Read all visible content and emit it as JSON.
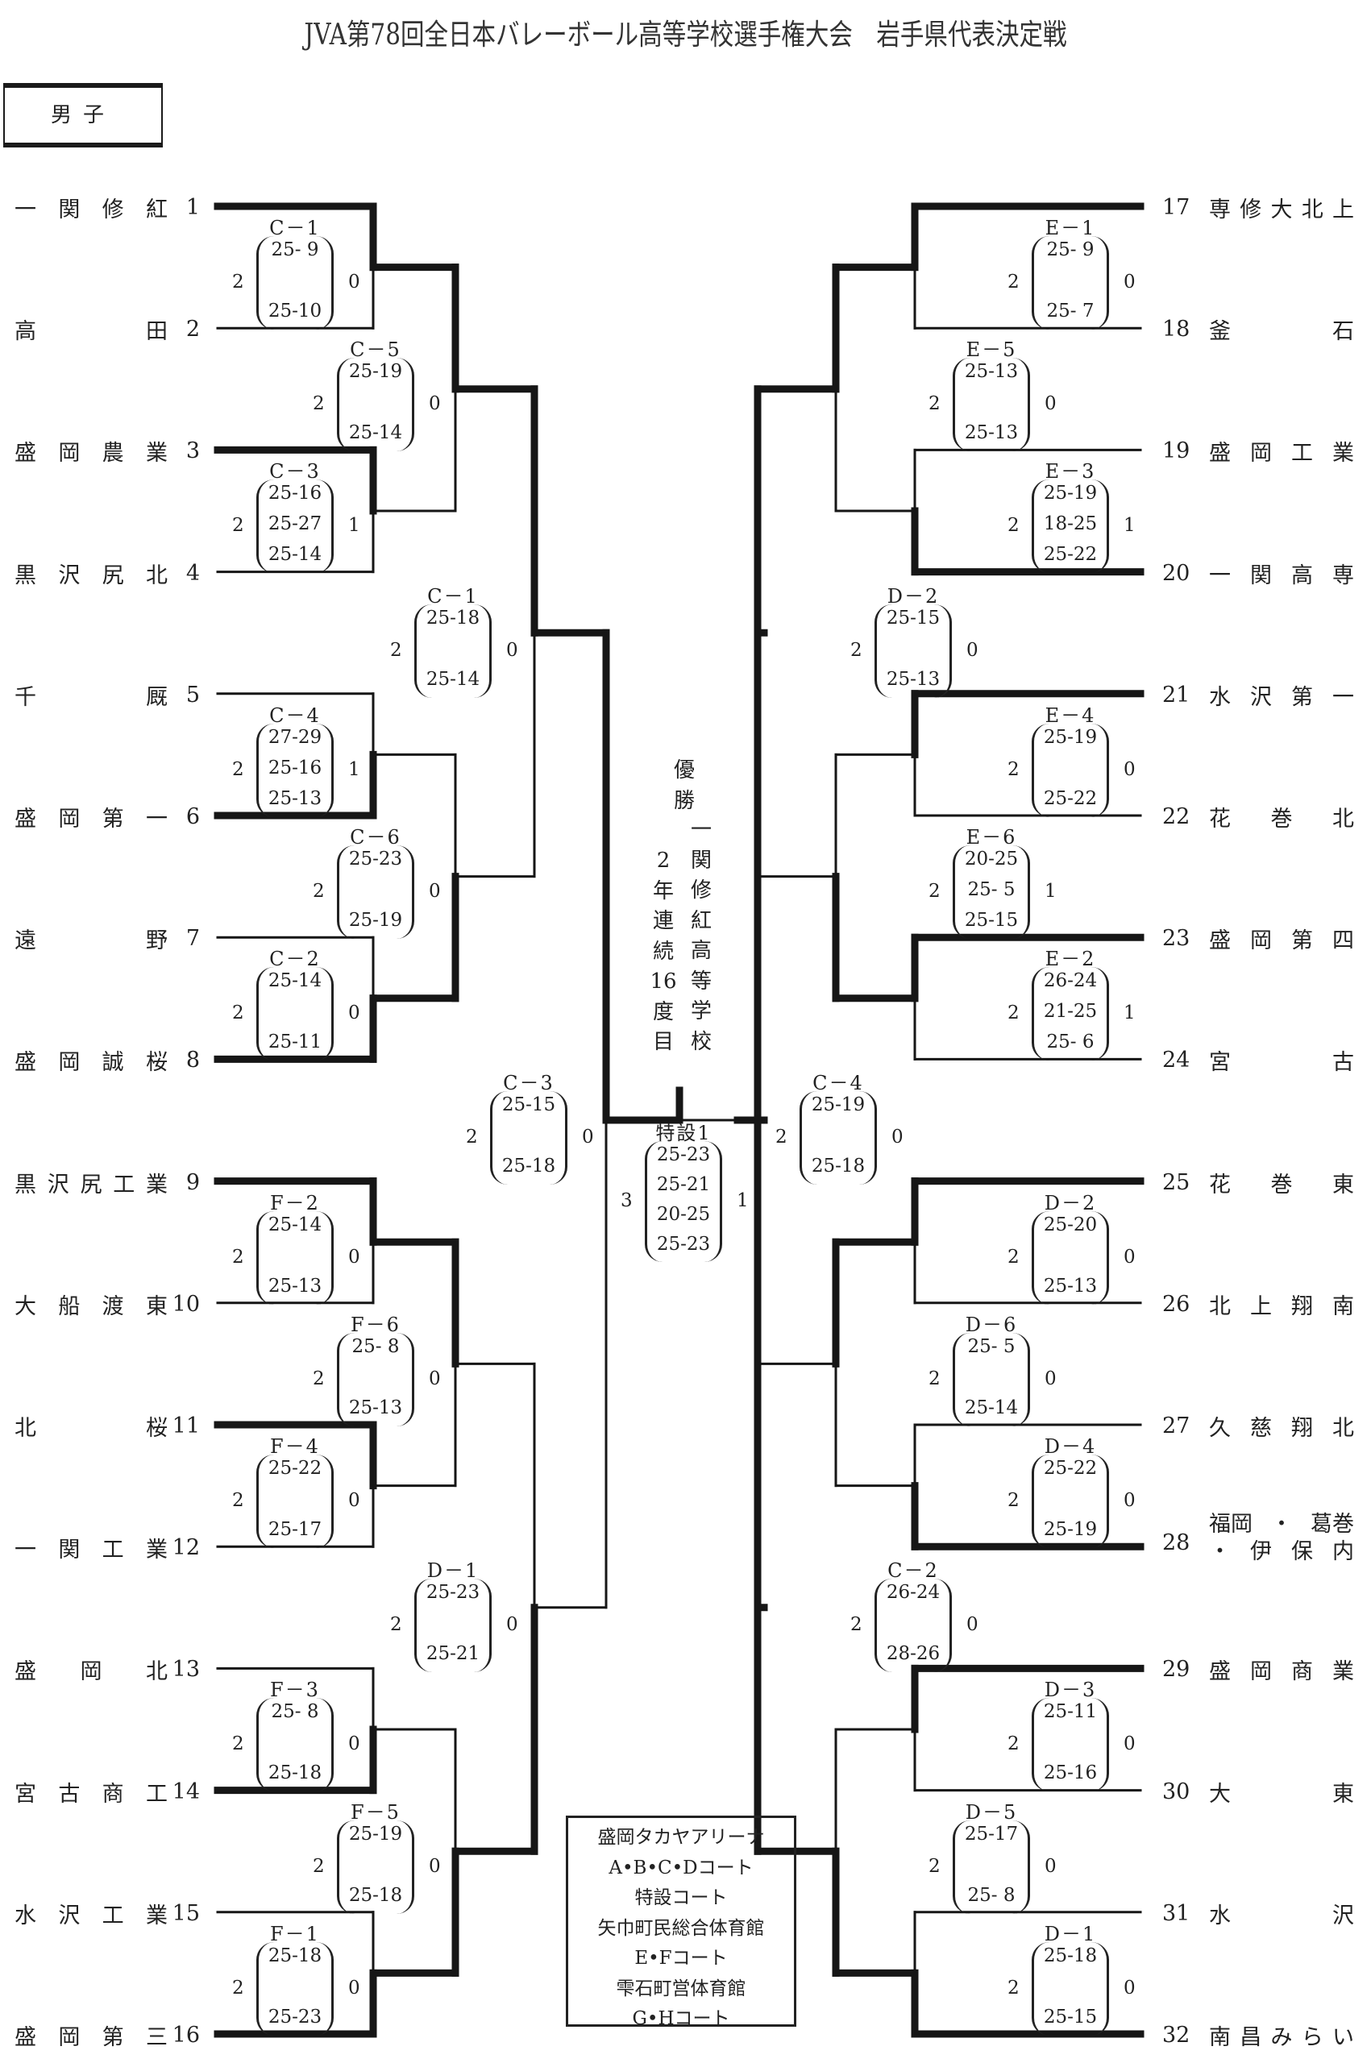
{
  "title": "JVA第78回全日本バレーボール高等学校選手権大会　岩手県代表決定戦",
  "category": "男子",
  "teams_left": [
    {
      "num": "1",
      "name": [
        "一",
        "関",
        "修",
        "紅"
      ]
    },
    {
      "num": "2",
      "name": [
        "高",
        "",
        "",
        "田"
      ]
    },
    {
      "num": "3",
      "name": [
        "盛",
        "岡",
        "農",
        "業"
      ]
    },
    {
      "num": "4",
      "name": [
        "黒",
        "沢",
        "尻",
        "北"
      ]
    },
    {
      "num": "5",
      "name": [
        "千",
        "",
        "",
        "厩"
      ]
    },
    {
      "num": "6",
      "name": [
        "盛",
        "岡",
        "第",
        "一"
      ]
    },
    {
      "num": "7",
      "name": [
        "遠",
        "",
        "",
        "野"
      ]
    },
    {
      "num": "8",
      "name": [
        "盛",
        "岡",
        "誠",
        "桜"
      ]
    },
    {
      "num": "9",
      "name": [
        "黒",
        "沢",
        "尻",
        "工",
        "業"
      ]
    },
    {
      "num": "10",
      "name": [
        "大",
        "船",
        "渡",
        "東"
      ]
    },
    {
      "num": "11",
      "name": [
        "北",
        "",
        "",
        "桜"
      ]
    },
    {
      "num": "12",
      "name": [
        "一",
        "関",
        "工",
        "業"
      ]
    },
    {
      "num": "13",
      "name": [
        "盛",
        "",
        "岡",
        "",
        "北"
      ]
    },
    {
      "num": "14",
      "name": [
        "宮",
        "古",
        "商",
        "工"
      ]
    },
    {
      "num": "15",
      "name": [
        "水",
        "沢",
        "工",
        "業"
      ]
    },
    {
      "num": "16",
      "name": [
        "盛",
        "岡",
        "第",
        "三"
      ]
    }
  ],
  "teams_right": [
    {
      "num": "17",
      "name": [
        "専",
        "修",
        "大",
        "北",
        "上"
      ]
    },
    {
      "num": "18",
      "name": [
        "釜",
        "",
        "",
        "石"
      ]
    },
    {
      "num": "19",
      "name": [
        "盛",
        "岡",
        "工",
        "業"
      ]
    },
    {
      "num": "20",
      "name": [
        "一",
        "関",
        "高",
        "専"
      ]
    },
    {
      "num": "21",
      "name": [
        "水",
        "沢",
        "第",
        "一"
      ]
    },
    {
      "num": "22",
      "name": [
        "花",
        "",
        "巻",
        "",
        "北"
      ]
    },
    {
      "num": "23",
      "name": [
        "盛",
        "岡",
        "第",
        "四"
      ]
    },
    {
      "num": "24",
      "name": [
        "宮",
        "",
        "",
        "古"
      ]
    },
    {
      "num": "25",
      "name": [
        "花",
        "",
        "巻",
        "",
        "東"
      ]
    },
    {
      "num": "26",
      "name": [
        "北",
        "上",
        "翔",
        "南"
      ]
    },
    {
      "num": "27",
      "name": [
        "久",
        "慈",
        "翔",
        "北"
      ]
    },
    {
      "num": "28",
      "name": [
        "福岡",
        "・",
        "葛巻"
      ],
      "name2": [
        "・",
        "伊",
        "保",
        "内"
      ]
    },
    {
      "num": "29",
      "name": [
        "盛",
        "岡",
        "商",
        "業"
      ]
    },
    {
      "num": "30",
      "name": [
        "大",
        "",
        "",
        "東"
      ]
    },
    {
      "num": "31",
      "name": [
        "水",
        "",
        "",
        "沢"
      ]
    },
    {
      "num": "32",
      "name": [
        "南",
        "昌",
        "み",
        "ら",
        "い"
      ]
    }
  ],
  "matches": [
    {
      "id": "L-R1-1",
      "code": "C－1",
      "winner_sets": "2",
      "loser_sets": "0",
      "sets": [
        "25- 9",
        "",
        "25-10"
      ]
    },
    {
      "id": "L-R1-2",
      "code": "C－3",
      "winner_sets": "2",
      "loser_sets": "1",
      "sets": [
        "25-16",
        "25-27",
        "25-14"
      ]
    },
    {
      "id": "L-R1-3",
      "code": "C－4",
      "winner_sets": "2",
      "loser_sets": "1",
      "sets": [
        "27-29",
        "25-16",
        "25-13"
      ]
    },
    {
      "id": "L-R1-4",
      "code": "C－2",
      "winner_sets": "2",
      "loser_sets": "0",
      "sets": [
        "25-14",
        "",
        "25-11"
      ]
    },
    {
      "id": "L-R1-5",
      "code": "F－2",
      "winner_sets": "2",
      "loser_sets": "0",
      "sets": [
        "25-14",
        "",
        "25-13"
      ]
    },
    {
      "id": "L-R1-6",
      "code": "F－4",
      "winner_sets": "2",
      "loser_sets": "0",
      "sets": [
        "25-22",
        "",
        "25-17"
      ]
    },
    {
      "id": "L-R1-7",
      "code": "F－3",
      "winner_sets": "2",
      "loser_sets": "0",
      "sets": [
        "25- 8",
        "",
        "25-18"
      ]
    },
    {
      "id": "L-R1-8",
      "code": "F－1",
      "winner_sets": "2",
      "loser_sets": "0",
      "sets": [
        "25-18",
        "",
        "25-23"
      ]
    },
    {
      "id": "L-R2-1",
      "code": "C－5",
      "winner_sets": "2",
      "loser_sets": "0",
      "sets": [
        "25-19",
        "",
        "25-14"
      ]
    },
    {
      "id": "L-R2-2",
      "code": "C－6",
      "winner_sets": "2",
      "loser_sets": "0",
      "sets": [
        "25-23",
        "",
        "25-19"
      ]
    },
    {
      "id": "L-R2-3",
      "code": "F－6",
      "winner_sets": "2",
      "loser_sets": "0",
      "sets": [
        "25- 8",
        "",
        "25-13"
      ]
    },
    {
      "id": "L-R2-4",
      "code": "F－5",
      "winner_sets": "2",
      "loser_sets": "0",
      "sets": [
        "25-19",
        "",
        "25-18"
      ]
    },
    {
      "id": "L-R3-1",
      "code": "C－1",
      "winner_sets": "2",
      "loser_sets": "0",
      "sets": [
        "25-18",
        "",
        "25-14"
      ]
    },
    {
      "id": "L-R3-2",
      "code": "D－1",
      "winner_sets": "2",
      "loser_sets": "0",
      "sets": [
        "25-23",
        "",
        "25-21"
      ]
    },
    {
      "id": "L-SF",
      "code": "C－3",
      "winner_sets": "2",
      "loser_sets": "0",
      "sets": [
        "25-15",
        "",
        "25-18"
      ]
    },
    {
      "id": "R-R1-1",
      "code": "E－1",
      "winner_sets": "2",
      "loser_sets": "0",
      "sets": [
        "25- 9",
        "",
        "25- 7"
      ]
    },
    {
      "id": "R-R1-2",
      "code": "E－3",
      "winner_sets": "2",
      "loser_sets": "1",
      "sets": [
        "25-19",
        "18-25",
        "25-22"
      ]
    },
    {
      "id": "R-R1-3",
      "code": "E－4",
      "winner_sets": "2",
      "loser_sets": "0",
      "sets": [
        "25-19",
        "",
        "25-22"
      ]
    },
    {
      "id": "R-R1-4",
      "code": "E－2",
      "winner_sets": "2",
      "loser_sets": "1",
      "sets": [
        "26-24",
        "21-25",
        "25- 6"
      ]
    },
    {
      "id": "R-R1-5",
      "code": "D－2",
      "winner_sets": "2",
      "loser_sets": "0",
      "sets": [
        "25-20",
        "",
        "25-13"
      ]
    },
    {
      "id": "R-R1-6",
      "code": "D－4",
      "winner_sets": "2",
      "loser_sets": "0",
      "sets": [
        "25-22",
        "",
        "25-19"
      ]
    },
    {
      "id": "R-R1-7",
      "code": "D－3",
      "winner_sets": "2",
      "loser_sets": "0",
      "sets": [
        "25-11",
        "",
        "25-16"
      ]
    },
    {
      "id": "R-R1-8",
      "code": "D－1",
      "winner_sets": "2",
      "loser_sets": "0",
      "sets": [
        "25-18",
        "",
        "25-15"
      ]
    },
    {
      "id": "R-R2-1",
      "code": "E－5",
      "winner_sets": "2",
      "loser_sets": "0",
      "sets": [
        "25-13",
        "",
        "25-13"
      ]
    },
    {
      "id": "R-R2-2",
      "code": "E－6",
      "winner_sets": "2",
      "loser_sets": "1",
      "sets": [
        "20-25",
        "25- 5",
        "25-15"
      ]
    },
    {
      "id": "R-R2-3",
      "code": "D－6",
      "winner_sets": "2",
      "loser_sets": "0",
      "sets": [
        "25- 5",
        "",
        "25-14"
      ]
    },
    {
      "id": "R-R2-4",
      "code": "D－5",
      "winner_sets": "2",
      "loser_sets": "0",
      "sets": [
        "25-17",
        "",
        "25- 8"
      ]
    },
    {
      "id": "R-R3-1",
      "code": "D－2",
      "winner_sets": "2",
      "loser_sets": "0",
      "sets": [
        "25-15",
        "",
        "25-13"
      ]
    },
    {
      "id": "R-R3-2",
      "code": "C－2",
      "winner_sets": "2",
      "loser_sets": "0",
      "sets": [
        "26-24",
        "",
        "28-26"
      ]
    },
    {
      "id": "R-SF",
      "code": "C－4",
      "winner_sets": "2",
      "loser_sets": "0",
      "sets": [
        "25-19",
        "",
        "25-18"
      ]
    },
    {
      "id": "F",
      "code": "特設1",
      "winner_sets": "3",
      "loser_sets": "1",
      "sets": [
        "25-23",
        "25-21",
        "20-25",
        "25-23"
      ]
    }
  ],
  "champion": {
    "label": [
      "優",
      "勝"
    ],
    "streak": [
      "2",
      "年",
      "連",
      "続",
      "16",
      "度",
      "目"
    ],
    "school": [
      "一",
      "関",
      "修",
      "紅",
      "高",
      "等",
      "学",
      "校"
    ]
  },
  "venues": [
    "盛岡タカヤアリーナ",
    "A•B•C•Dコート",
    "特設コート",
    "矢巾町民総合体育館",
    "E•Fコート",
    "雫石町営体育館",
    "G•Hコート"
  ]
}
